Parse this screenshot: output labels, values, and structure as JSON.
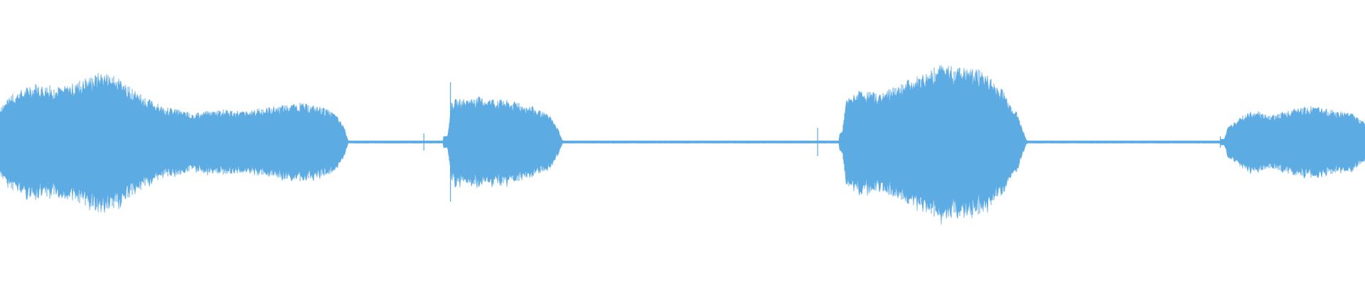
{
  "waveform": {
    "color": "#5dabe3",
    "background": "#ffffff",
    "duration_fraction": 1.0,
    "segments": [
      {
        "start": 0.0,
        "end": 0.253,
        "level": 0.19,
        "type": "audio"
      },
      {
        "start": 0.253,
        "end": 0.327,
        "level": 0.004,
        "type": "silence"
      },
      {
        "start": 0.327,
        "end": 0.411,
        "level": 0.13,
        "type": "audio"
      },
      {
        "start": 0.411,
        "end": 0.617,
        "level": 0.004,
        "type": "silence"
      },
      {
        "start": 0.617,
        "end": 0.751,
        "level": 0.22,
        "type": "audio"
      },
      {
        "start": 0.751,
        "end": 0.896,
        "level": 0.004,
        "type": "silence"
      },
      {
        "start": 0.896,
        "end": 1.0,
        "level": 0.12,
        "type": "audio"
      }
    ],
    "envelope": [
      [
        0.0,
        0.11
      ],
      [
        0.01,
        0.15
      ],
      [
        0.025,
        0.18
      ],
      [
        0.045,
        0.17
      ],
      [
        0.06,
        0.19
      ],
      [
        0.075,
        0.22
      ],
      [
        0.09,
        0.19
      ],
      [
        0.105,
        0.14
      ],
      [
        0.12,
        0.11
      ],
      [
        0.14,
        0.09
      ],
      [
        0.16,
        0.1
      ],
      [
        0.18,
        0.095
      ],
      [
        0.2,
        0.11
      ],
      [
        0.22,
        0.12
      ],
      [
        0.235,
        0.11
      ],
      [
        0.245,
        0.09
      ],
      [
        0.252,
        0.05
      ],
      [
        0.255,
        0.005
      ],
      [
        0.328,
        0.02
      ],
      [
        0.331,
        0.13
      ],
      [
        0.35,
        0.14
      ],
      [
        0.37,
        0.13
      ],
      [
        0.39,
        0.11
      ],
      [
        0.403,
        0.08
      ],
      [
        0.409,
        0.04
      ],
      [
        0.412,
        0.005
      ],
      [
        0.617,
        0.03
      ],
      [
        0.62,
        0.13
      ],
      [
        0.63,
        0.16
      ],
      [
        0.645,
        0.15
      ],
      [
        0.66,
        0.18
      ],
      [
        0.675,
        0.21
      ],
      [
        0.69,
        0.24
      ],
      [
        0.705,
        0.23
      ],
      [
        0.72,
        0.22
      ],
      [
        0.735,
        0.16
      ],
      [
        0.745,
        0.09
      ],
      [
        0.75,
        0.03
      ],
      [
        0.752,
        0.005
      ],
      [
        0.897,
        0.01
      ],
      [
        0.9,
        0.05
      ],
      [
        0.91,
        0.08
      ],
      [
        0.92,
        0.1
      ],
      [
        0.93,
        0.08
      ],
      [
        0.945,
        0.1
      ],
      [
        0.96,
        0.11
      ],
      [
        0.975,
        0.1
      ],
      [
        0.99,
        0.09
      ],
      [
        1.0,
        0.06
      ]
    ],
    "transients": [
      {
        "x": 0.0755,
        "level": 0.19
      },
      {
        "x": 0.09,
        "level": 0.17
      },
      {
        "x": 0.3105,
        "level": 0.03
      },
      {
        "x": 0.33,
        "level": 0.21
      },
      {
        "x": 0.599,
        "level": 0.05
      },
      {
        "x": 0.695,
        "level": 0.22
      },
      {
        "x": 0.71,
        "level": 0.21
      },
      {
        "x": 0.894,
        "level": 0.02
      }
    ]
  }
}
